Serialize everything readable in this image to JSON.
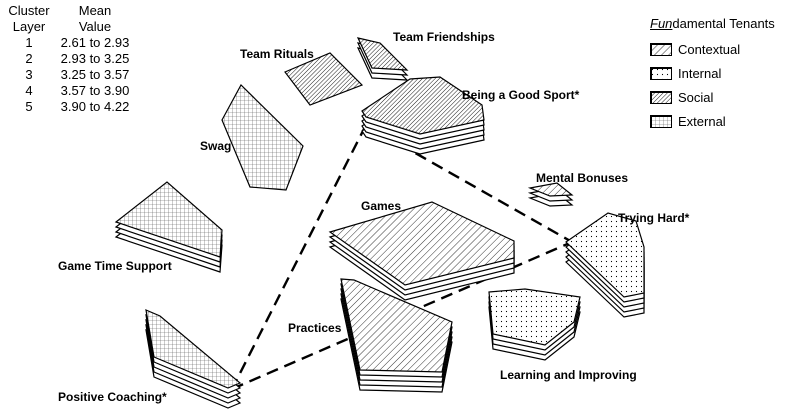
{
  "table": {
    "header_col1_line1": "Cluster",
    "header_col1_line2": "Layer",
    "header_col2_line1": "Mean",
    "header_col2_line2": "Value",
    "rows": [
      {
        "layer": "1",
        "range": "2.61 to 2.93"
      },
      {
        "layer": "2",
        "range": "2.93 to 3.25"
      },
      {
        "layer": "3",
        "range": "3.25 to 3.57"
      },
      {
        "layer": "4",
        "range": "3.57 to 3.90"
      },
      {
        "layer": "5",
        "range": "3.90 to 4.22"
      }
    ]
  },
  "legend": {
    "title_italic": "Fun",
    "title_rest": "damental Tenants",
    "items": [
      {
        "label": "Contextual",
        "pattern": "diagonal"
      },
      {
        "label": "Internal",
        "pattern": "dots"
      },
      {
        "label": "Social",
        "pattern": "dense-diagonal"
      },
      {
        "label": "External",
        "pattern": "grid"
      }
    ]
  },
  "clusters": [
    {
      "label": "Team Rituals",
      "pattern": "dense-diagonal",
      "layers": 1
    },
    {
      "label": "Team Friendships",
      "pattern": "dense-diagonal",
      "layers": 3
    },
    {
      "label": "Being a Good Sport*",
      "pattern": "dense-diagonal",
      "layers": 5
    },
    {
      "label": "Swag",
      "pattern": "grid",
      "layers": 1
    },
    {
      "label": "Game Time Support",
      "pattern": "grid",
      "layers": 4
    },
    {
      "label": "Mental Bonuses",
      "pattern": "diagonal",
      "layers": 3
    },
    {
      "label": "Games",
      "pattern": "diagonal",
      "layers": 4
    },
    {
      "label": "Trying Hard*",
      "pattern": "dots",
      "layers": 5
    },
    {
      "label": "Practices",
      "pattern": "diagonal",
      "layers": 5
    },
    {
      "label": "Learning and Improving",
      "pattern": "dots",
      "layers": 4
    },
    {
      "label": "Positive Coaching*",
      "pattern": "grid",
      "layers": 5
    }
  ],
  "colors": {
    "ink": "#000000",
    "fill": "#ffffff"
  }
}
